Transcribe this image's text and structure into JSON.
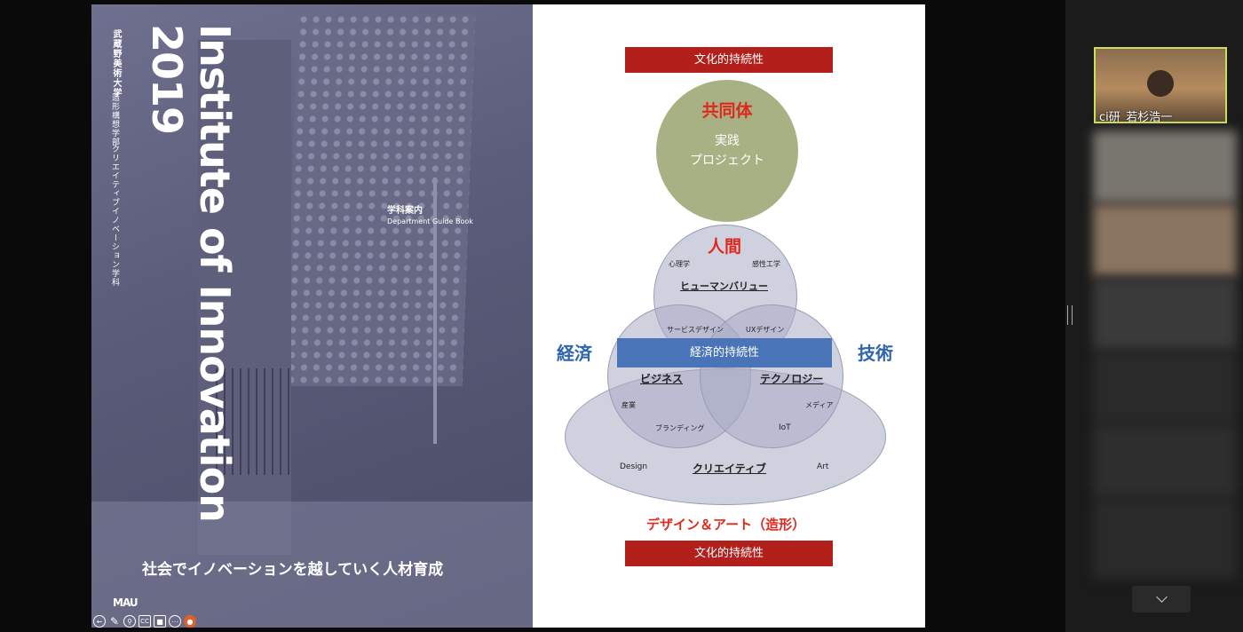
{
  "left_slide": {
    "vertical_title": "Institute of Innovation 2019",
    "university": "武蔵野美術大学",
    "faculty": "造形構想学部",
    "department": "クリエイティブイノベーション学科",
    "guide_jp": "学科案内",
    "guide_en": "Department Guide Book",
    "tagline": "社会でイノベーションを越していく人材育成",
    "logo": "MAU"
  },
  "diagram": {
    "top_bar": "文化的持続性",
    "bottom_bar": "文化的持続性",
    "community_title": "共同体",
    "community_sub1": "実践",
    "community_sub2": "プロジェクト",
    "human_title": "人間",
    "psychology": "心理学",
    "kansei": "感性工学",
    "human_value": "ヒューマンバリュー",
    "service_design": "サービスデザイン",
    "ux_design": "UXデザイン",
    "economy_bar": "経済的持続性",
    "economy": "経済",
    "technology_side": "技術",
    "business": "ビジネス",
    "technology": "テクノロジー",
    "industry": "産業",
    "media": "メディア",
    "branding": "ブランディング",
    "iot": "IoT",
    "design": "Design",
    "creative": "クリエイティブ",
    "art": "Art",
    "design_art": "デザイン＆アート（造形）"
  },
  "participants": {
    "active_name": "ci研_若杉浩一"
  },
  "toolbar": {
    "icons": [
      "back-icon",
      "pen-icon",
      "zoom-icon",
      "cc-icon",
      "camera-icon",
      "more-icon",
      "pointer-icon"
    ]
  },
  "colors": {
    "accent_red": "#b3201b",
    "accent_blue": "#2e65ad",
    "speaker_border": "#c8e05a"
  }
}
